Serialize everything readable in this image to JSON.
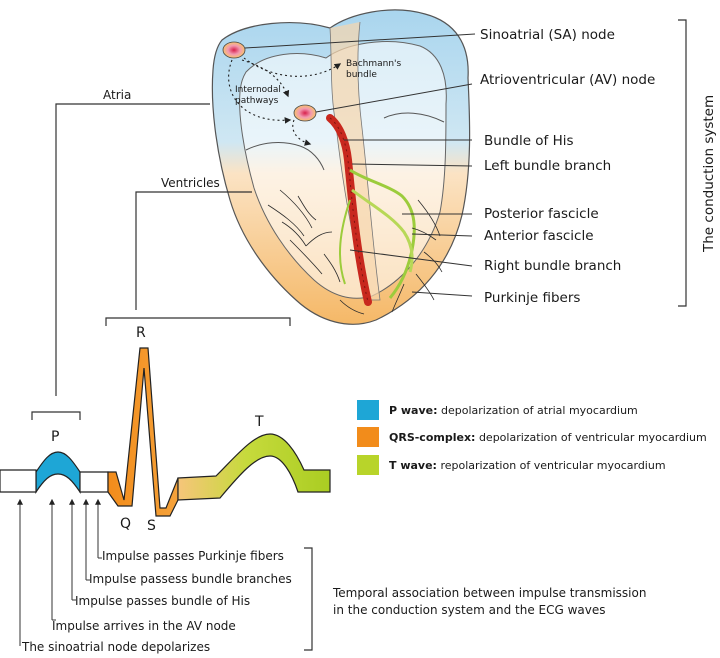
{
  "heart_labels": {
    "sa_node": "Sinoatrial (SA) node",
    "av_node": "Atrioventricular (AV) node",
    "bundle_his": "Bundle of His",
    "left_bundle": "Left bundle branch",
    "posterior": "Posterior fascicle",
    "anterior": "Anterior fascicle",
    "right_bundle": "Right bundle branch",
    "purkinje": "Purkinje fibers",
    "bachmann": [
      "Bachmann's",
      "bundle"
    ],
    "internodal": [
      "Internodal",
      "pathways"
    ],
    "atria": "Atria",
    "ventricles": "Ventricles",
    "system_title": "The conduction system"
  },
  "ecg": {
    "p": "P",
    "q": "Q",
    "r": "R",
    "s": "S",
    "t": "T"
  },
  "legend": [
    {
      "key": "P wave:",
      "text": " depolarization of atrial myocardium",
      "color": "#1ea6d6"
    },
    {
      "key": "QRS-complex:",
      "text": " depolarization of ventricular myocardium",
      "color": "#f28c1b"
    },
    {
      "key": "T wave:",
      "text": " repolarization of ventricular myocardium",
      "color": "#b8d42a"
    }
  ],
  "events": [
    "Impulse passes Purkinje fibers",
    "Impulse passess bundle branches",
    "Impulse passes bundle of His",
    "Impulse arrives in the AV node",
    "The sinoatrial node depolarizes"
  ],
  "temporal_note": [
    "Temporal association between impulse transmission",
    "in the conduction system and the ECG waves"
  ],
  "colors": {
    "atria": "#bfe0f2",
    "ventricles": "#f7c98f",
    "his_bundle": "#c8281e",
    "fascicle": "#9ccc3c"
  }
}
